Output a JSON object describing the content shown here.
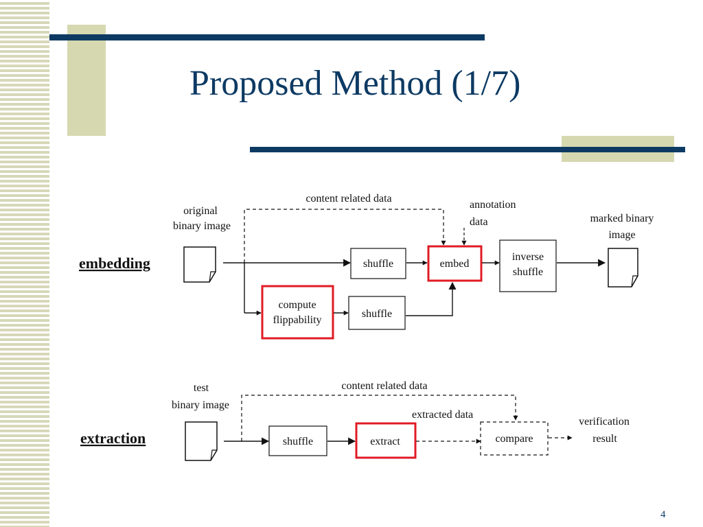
{
  "slide": {
    "title": "Proposed Method (1/7)",
    "page_number": "4"
  },
  "colors": {
    "title": "#0d3a63",
    "deco_bar": "#0d3a63",
    "deco_block": "#d6d8b0",
    "highlight": "#e01b24"
  },
  "embedding": {
    "section_label": "embedding",
    "input_label_1": "original",
    "input_label_2": "binary image",
    "top_path_label": "content related data",
    "annotation_label_1": "annotation",
    "annotation_label_2": "data",
    "shuffle_1": "shuffle",
    "embed": "embed",
    "inverse_shuffle_1": "inverse",
    "inverse_shuffle_2": "shuffle",
    "output_label_1": "marked binary",
    "output_label_2": "image",
    "compute_1": "compute",
    "compute_2": "flippability",
    "shuffle_2": "shuffle"
  },
  "extraction": {
    "section_label": "extraction",
    "input_label_1": "test",
    "input_label_2": "binary image",
    "top_path_label": "content related data",
    "extracted_label": "extracted data",
    "shuffle": "shuffle",
    "extract": "extract",
    "compare": "compare",
    "result_label_1": "verification",
    "result_label_2": "result"
  }
}
